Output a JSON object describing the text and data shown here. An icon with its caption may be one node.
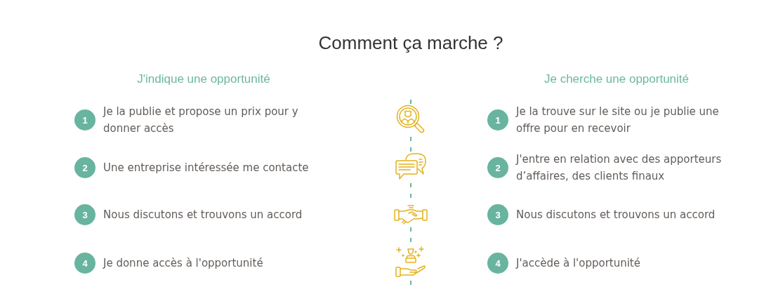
{
  "diagram": {
    "title": "Comment ça marche ?",
    "nodes": [
      {
        "text": [
          "1"
        ],
        "beside": [
          "Je la publie et propose un prix pour y donner accès"
        ]
      },
      {
        "text": [],
        "shape": "picture"
      },
      {
        "text": [
          "1"
        ],
        "beside": [
          "Je la trouve sur le site ou je publie une offre pour en recevoir"
        ]
      },
      {
        "text": [
          "2"
        ],
        "beside": [
          "Une entreprise intéressée me contacte"
        ]
      },
      {
        "text": [],
        "shape": "picture"
      },
      {
        "text": [
          "2"
        ],
        "beside": [
          "J'entre en relation avec des apporteurs d’affaires, des clients finaux"
        ]
      },
      {
        "text": [
          "3"
        ],
        "beside": [
          "Nous discutons et trouvons un accord"
        ]
      },
      {
        "text": [],
        "shape": "picture"
      },
      {
        "text": [
          "3"
        ],
        "beside": [
          "Nous discutons et trouvons un accord"
        ]
      },
      {
        "text": [
          "4"
        ],
        "beside": [
          "Je donne accès à l'opportunité"
        ]
      },
      {
        "text": [],
        "shape": "picture"
      },
      {
        "text": [
          "4"
        ],
        "beside": [
          "J'accède à l'opportunité"
        ]
      }
    ],
    "edges": [
      {
        "from": null,
        "to": 1,
        "arrow": "none",
        "style": "dashed"
      },
      {
        "from": 1,
        "to": 4,
        "arrow": "none",
        "style": "dashed"
      },
      {
        "from": 4,
        "to": 7,
        "arrow": "none",
        "style": "dashed"
      },
      {
        "from": 7,
        "to": 10,
        "arrow": "none",
        "style": "dashed"
      },
      {
        "from": 10,
        "to": null,
        "arrow": "none",
        "style": "dashed"
      }
    ],
    "labels": [
      "J'indique une opportunité",
      "Je cherche une opportunité"
    ]
  }
}
